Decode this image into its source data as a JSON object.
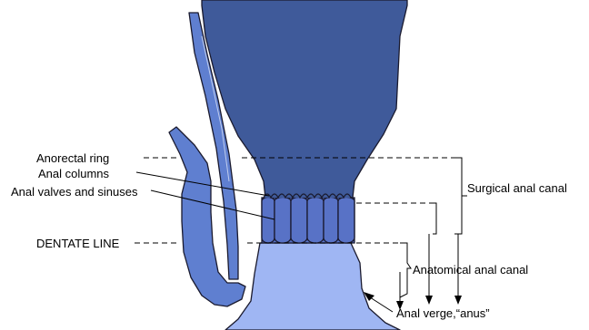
{
  "labels": {
    "anorectal_ring": "Anorectal ring",
    "anal_columns": "Anal columns",
    "anal_valves_sinuses": "Anal valves and sinuses",
    "dentate_line": "DENTATE LINE",
    "surgical_anal_canal": "Surgical anal canal",
    "anatomical_anal_canal": "Anatomical anal canal",
    "anal_verge": "Anal verge,“anus”"
  },
  "colors": {
    "rectum": "#3f5a9a",
    "rectum_dark": "#2f4a8a",
    "anal_columns": "#5872c6",
    "muscle_strip": "#5f7fd0",
    "anal_canal": "#9fb6f3",
    "outline": "#1a1a2e"
  }
}
